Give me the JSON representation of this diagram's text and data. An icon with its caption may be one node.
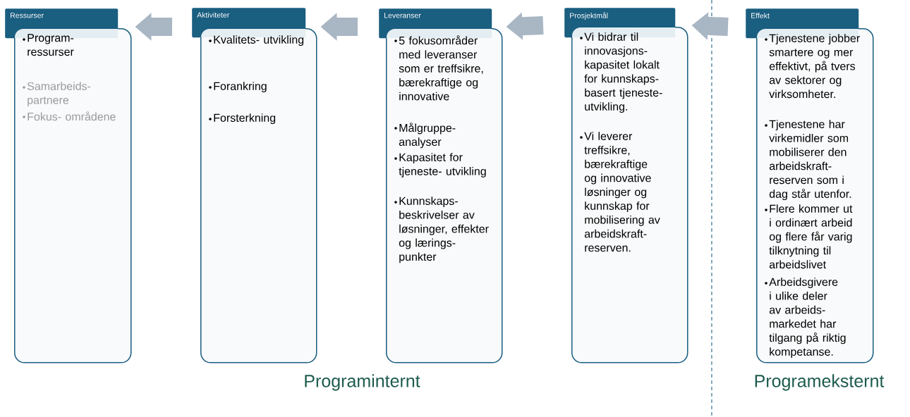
{
  "diagram": {
    "nodes": [
      {
        "text": [
          "Ressurser",
          "Program- ressurser",
          "Samarbeids- partnere",
          "Fokus- områdene"
        ]
      },
      {
        "text": [
          "Aktiviteter",
          "Kvalitets- utvikling",
          "Forankring",
          "Forsterkning"
        ]
      },
      {
        "text": [
          "Leveranser",
          "5 fokusområder med leveranser som er treffsikre, bærekraftige og innovative",
          "Målgruppe- analyser",
          "Kapasitet for tjeneste- utvikling",
          "Kunnskaps- beskrivelser av løsninger, effekter og lærings-punkter"
        ]
      },
      {
        "text": [
          "Prosjektmål",
          "Vi bidrar til innovasjons- kapasitet lokalt for kunnskaps- basert tjeneste- utvikling.",
          "Vi leverer treffsikre, bærekraftige og innovative løsninger og kunnskap for mobilisering av arbeidskraft- reserven."
        ]
      },
      {
        "text": [
          "Effekt",
          "Tjenestene jobber smartere og mer effektivt, på tvers av sektorer og virksomheter.",
          "Tjenestene har virkemidler som mobiliserer den arbeidskraft- reserven som i dag står utenfor.",
          "Flere kommer ut i ordinært arbeid og flere får varig tilknytning til arbeidslivet",
          "Arbeidsgivere i ulike deler av arbeids- markedet har tilgang på riktig kompetanse."
        ]
      }
    ],
    "edges": [
      {
        "from": 1,
        "to": 0,
        "arrow": "to"
      },
      {
        "from": 2,
        "to": 1,
        "arrow": "to"
      },
      {
        "from": 3,
        "to": 2,
        "arrow": "to"
      },
      {
        "from": 4,
        "to": 3,
        "arrow": "to"
      }
    ],
    "labels": [
      "Programinternt",
      "Programeksternt"
    ]
  }
}
